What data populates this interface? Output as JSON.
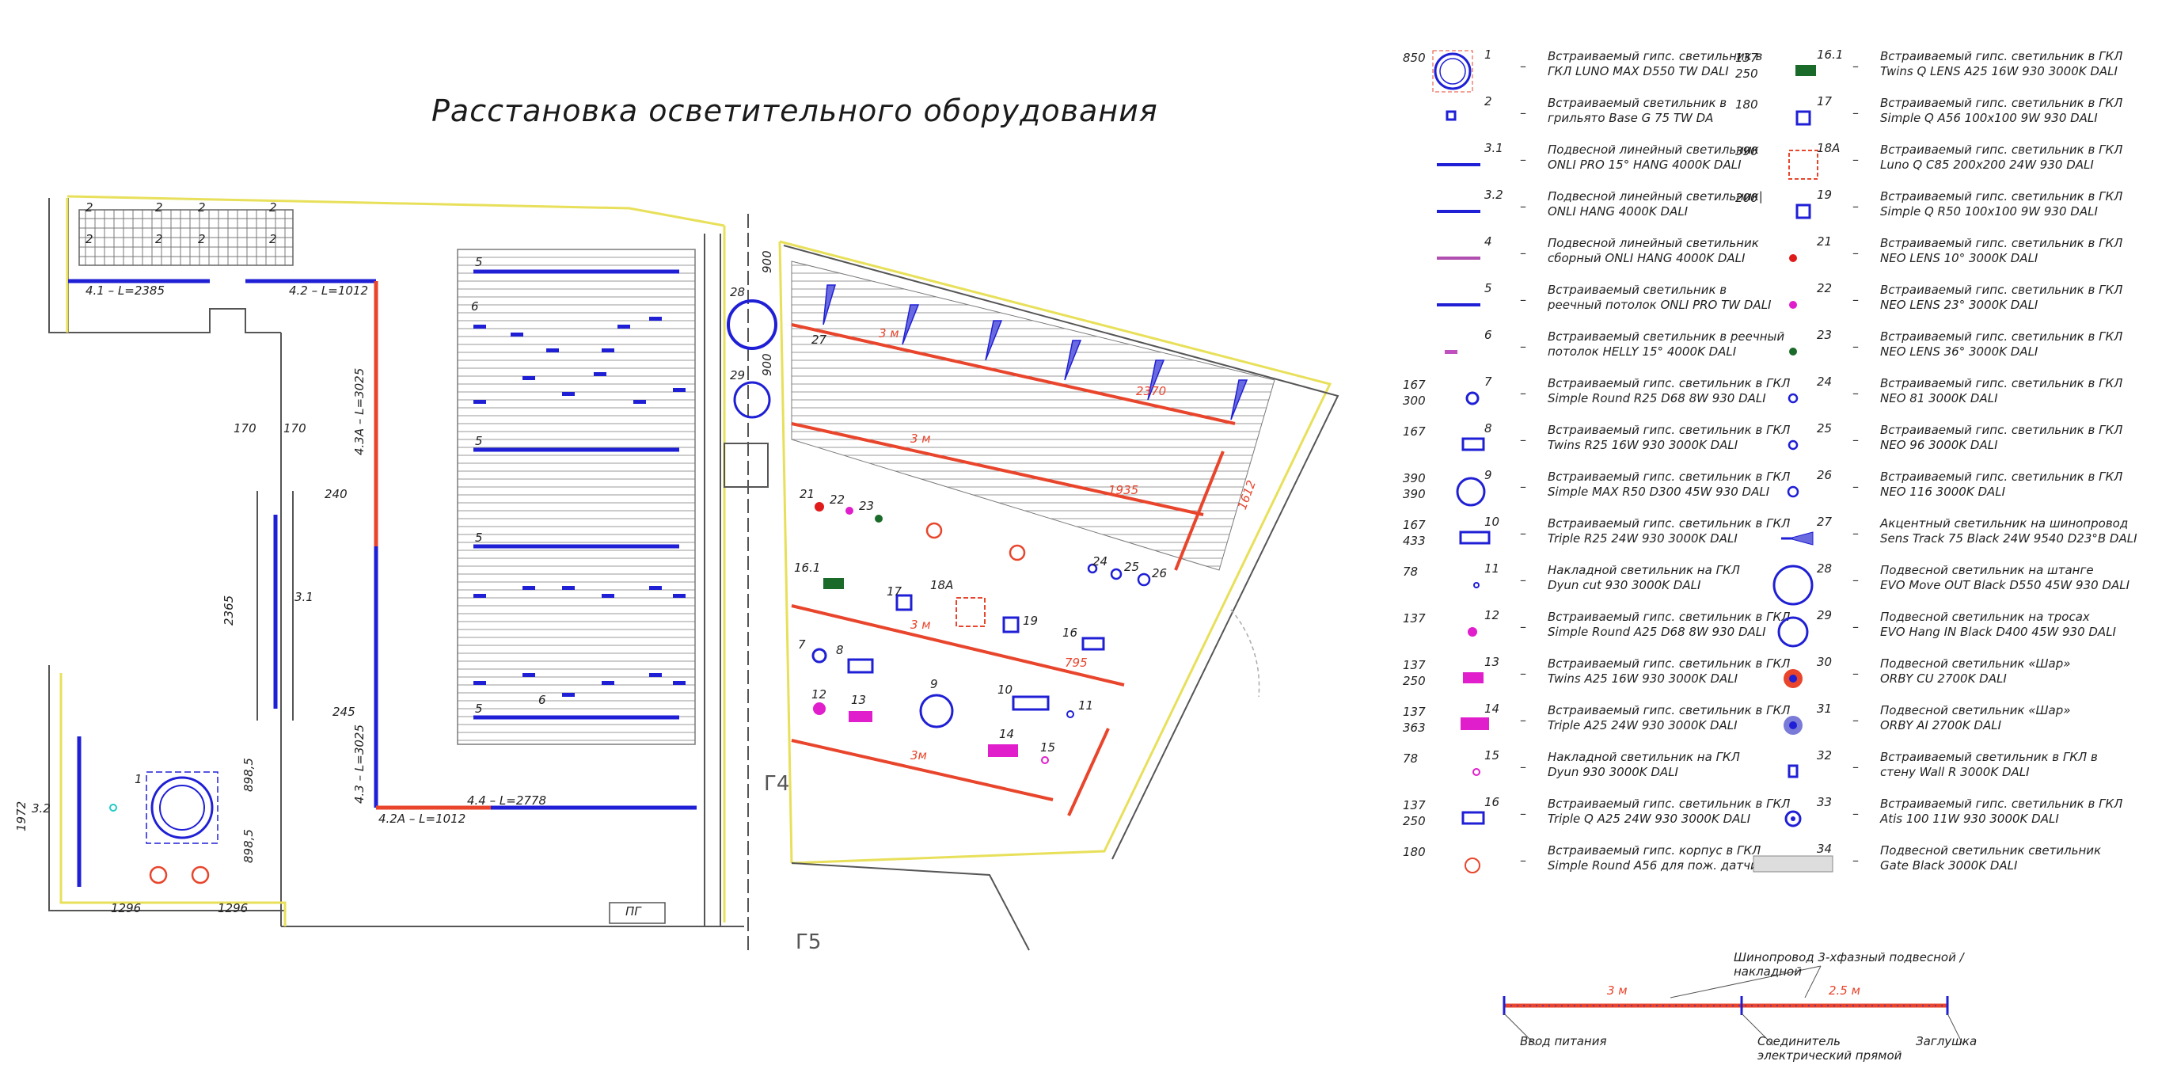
{
  "title": "Расстановка осветительного оборудования",
  "colors": {
    "fixture_blue": "#1f1fd6",
    "track_red": "#e8452c",
    "wall_yellow": "#e8e05a",
    "magenta": "#e01ecb",
    "cyan": "#21c9c9",
    "grid_gray": "#8a8a8a"
  },
  "plan": {
    "left_room": {
      "labels": [
        "4.1 – L=2385",
        "4.2 – L=1012",
        "4.3A – L=3025",
        "4.3 – L=3025",
        "4.4 – L=2778",
        "4.2A – L=1012",
        "3.1",
        "3.2"
      ],
      "dims": [
        "170",
        "170",
        "240",
        "2365",
        "245",
        "898,5",
        "898,5",
        "1972",
        "1296",
        "1296"
      ],
      "marks": [
        "2",
        "2",
        "2",
        "2",
        "2",
        "2",
        "2",
        "2",
        "1"
      ],
      "pg": "ПГ"
    },
    "middle": {
      "marks": [
        "5",
        "6",
        "5",
        "5",
        "5",
        "6"
      ]
    },
    "right_room": {
      "marks": [
        "28",
        "29",
        "27",
        "21",
        "22",
        "23",
        "16.1",
        "17",
        "18А",
        "19",
        "16",
        "7",
        "8",
        "9",
        "10",
        "11",
        "12",
        "13",
        "14",
        "15",
        "24",
        "25",
        "26"
      ],
      "dims": [
        "900",
        "900",
        "3 м",
        "3 м",
        "3 м",
        "3м",
        "1935",
        "795",
        "1612",
        "2370"
      ],
      "axes": [
        "Г4",
        "Г5"
      ]
    }
  },
  "legend_left": [
    {
      "num": "1",
      "dims": [
        "850"
      ],
      "desc": [
        "Встраиваемый гипс. светильник в",
        "ГКЛ LUNO MAX D550 TW DALI"
      ]
    },
    {
      "num": "2",
      "dims": [],
      "desc": [
        "Встраиваемый светильник в",
        "грильято Base G 75 TW DA"
      ]
    },
    {
      "num": "3.1",
      "dims": [],
      "desc": [
        "Подвесной линейный светильник",
        "ONLI PRO 15° HANG 4000K DALI"
      ]
    },
    {
      "num": "3.2",
      "dims": [],
      "desc": [
        "Подвесной линейный светильник|",
        "ONLI HANG 4000K DALI"
      ]
    },
    {
      "num": "4",
      "dims": [],
      "desc": [
        "Подвесной линейный светильник",
        "сборный ONLI HANG 4000K DALI"
      ]
    },
    {
      "num": "5",
      "dims": [],
      "desc": [
        "Встраиваемый светильник в",
        "реечный потолок ONLI PRO TW DALI"
      ]
    },
    {
      "num": "6",
      "dims": [],
      "desc": [
        "Встраиваемый светильник в реечный",
        "потолок HELLY 15° 4000K DALI"
      ]
    },
    {
      "num": "7",
      "dims": [
        "167",
        "300"
      ],
      "desc": [
        "Встраиваемый гипс. светильник в ГКЛ",
        "Simple Round R25 D68 8W 930 DALI"
      ]
    },
    {
      "num": "8",
      "dims": [
        "167"
      ],
      "desc": [
        "Встраиваемый гипс. светильник в ГКЛ",
        "Twins R25 16W 930 3000K DALI"
      ]
    },
    {
      "num": "9",
      "dims": [
        "390",
        "390"
      ],
      "desc": [
        "Встраиваемый гипс. светильник в ГКЛ",
        "Simple MAX R50 D300 45W 930 DALI"
      ]
    },
    {
      "num": "10",
      "dims": [
        "167",
        "433"
      ],
      "desc": [
        "Встраиваемый гипс. светильник в ГКЛ",
        "Triple R25 24W 930 3000K DALI"
      ]
    },
    {
      "num": "11",
      "dims": [
        "78"
      ],
      "desc": [
        "Накладной светильник на ГКЛ",
        "Dyun cut 930 3000K DALI"
      ]
    },
    {
      "num": "12",
      "dims": [
        "137"
      ],
      "desc": [
        "Встраиваемый гипс. светильник в ГКЛ",
        "Simple Round A25 D68 8W 930 DALI"
      ]
    },
    {
      "num": "13",
      "dims": [
        "137",
        "250"
      ],
      "desc": [
        "Встраиваемый гипс. светильник в ГКЛ",
        "Twins A25 16W 930 3000K DALI"
      ]
    },
    {
      "num": "14",
      "dims": [
        "137",
        "363"
      ],
      "desc": [
        "Встраиваемый гипс. светильник в ГКЛ",
        "Triple A25 24W 930 3000K DALI"
      ]
    },
    {
      "num": "15",
      "dims": [
        "78"
      ],
      "desc": [
        "Накладной светильник на ГКЛ",
        "Dyun 930 3000K DALI"
      ]
    },
    {
      "num": "16",
      "dims": [
        "137",
        "250"
      ],
      "desc": [
        "Встраиваемый гипс. светильник в ГКЛ",
        "Triple Q A25 24W 930 3000K DALI"
      ]
    },
    {
      "num": "",
      "dims": [
        "180"
      ],
      "desc": [
        "Встраиваемый гипс. корпус в ГКЛ",
        "Simple Round A56 для пож. датчика"
      ]
    }
  ],
  "legend_right": [
    {
      "num": "16.1",
      "dims": [
        "137",
        "250"
      ],
      "desc": [
        "Встраиваемый гипс. светильник в ГКЛ",
        "Twins Q LENS A25 16W 930 3000K DALI"
      ]
    },
    {
      "num": "17",
      "dims": [
        "180"
      ],
      "desc": [
        "Встраиваемый гипс. светильник в ГКЛ",
        "Simple Q A56 100x100 9W 930 DALI"
      ]
    },
    {
      "num": "18А",
      "dims": [
        "390"
      ],
      "desc": [
        "Встраиваемый гипс. светильник в ГКЛ",
        "Luno Q C85 200x200 24W 930 DALI"
      ]
    },
    {
      "num": "19",
      "dims": [
        "200"
      ],
      "desc": [
        "Встраиваемый гипс. светильник в ГКЛ",
        "Simple Q R50 100x100 9W 930 DALI"
      ]
    },
    {
      "num": "21",
      "dims": [],
      "desc": [
        "Встраиваемый гипс. светильник в ГКЛ",
        "NEO LENS 10° 3000K DALI"
      ]
    },
    {
      "num": "22",
      "dims": [],
      "desc": [
        "Встраиваемый гипс. светильник в ГКЛ",
        "NEO LENS 23° 3000K DALI"
      ]
    },
    {
      "num": "23",
      "dims": [],
      "desc": [
        "Встраиваемый гипс. светильник в ГКЛ",
        "NEO LENS 36° 3000K DALI"
      ]
    },
    {
      "num": "24",
      "dims": [],
      "desc": [
        "Встраиваемый гипс. светильник в ГКЛ",
        "NEO 81 3000K DALI"
      ]
    },
    {
      "num": "25",
      "dims": [],
      "desc": [
        "Встраиваемый гипс. светильник в ГКЛ",
        "NEO 96 3000K DALI"
      ]
    },
    {
      "num": "26",
      "dims": [],
      "desc": [
        "Встраиваемый гипс. светильник в ГКЛ",
        "NEO 116 3000K DALI"
      ]
    },
    {
      "num": "27",
      "dims": [],
      "desc": [
        "Акцентный светильник на шинопровод",
        "Sens Track 75 Black 24W 9540 D23°B DALI"
      ]
    },
    {
      "num": "28",
      "dims": [],
      "desc": [
        "Подвесной светильник на штанге",
        "EVO Move OUT Black D550 45W 930 DALI"
      ]
    },
    {
      "num": "29",
      "dims": [],
      "desc": [
        "Подвесной светильник на тросах",
        "EVO Hang IN Black D400 45W 930 DALI"
      ]
    },
    {
      "num": "30",
      "dims": [],
      "desc": [
        "Подвесной светильник «Шар»",
        "ORBY CU 2700K DALI"
      ]
    },
    {
      "num": "31",
      "dims": [],
      "desc": [
        "Подвесной светильник «Шар»",
        "ORBY AI 2700K DALI"
      ]
    },
    {
      "num": "32",
      "dims": [],
      "desc": [
        "Встраиваемый светильник в ГКЛ в",
        "стену Wall R 3000K DALI"
      ]
    },
    {
      "num": "33",
      "dims": [],
      "desc": [
        "Встраиваемый гипс. светильник в ГКЛ",
        "Atis 100 11W 930 3000K DALI"
      ]
    },
    {
      "num": "34",
      "dims": [],
      "desc": [
        "Подвесной светильник светильник",
        "Gate Black 3000K DALI"
      ]
    }
  ],
  "busbar": {
    "title": "Шинопровод 3-хфазный подвесной / накладной",
    "len1": "3 м",
    "len2": "2.5 м",
    "feed": "Ввод питания",
    "connector": "Соединитель",
    "connector2": "электрический прямой",
    "cap": "Заглушка"
  }
}
